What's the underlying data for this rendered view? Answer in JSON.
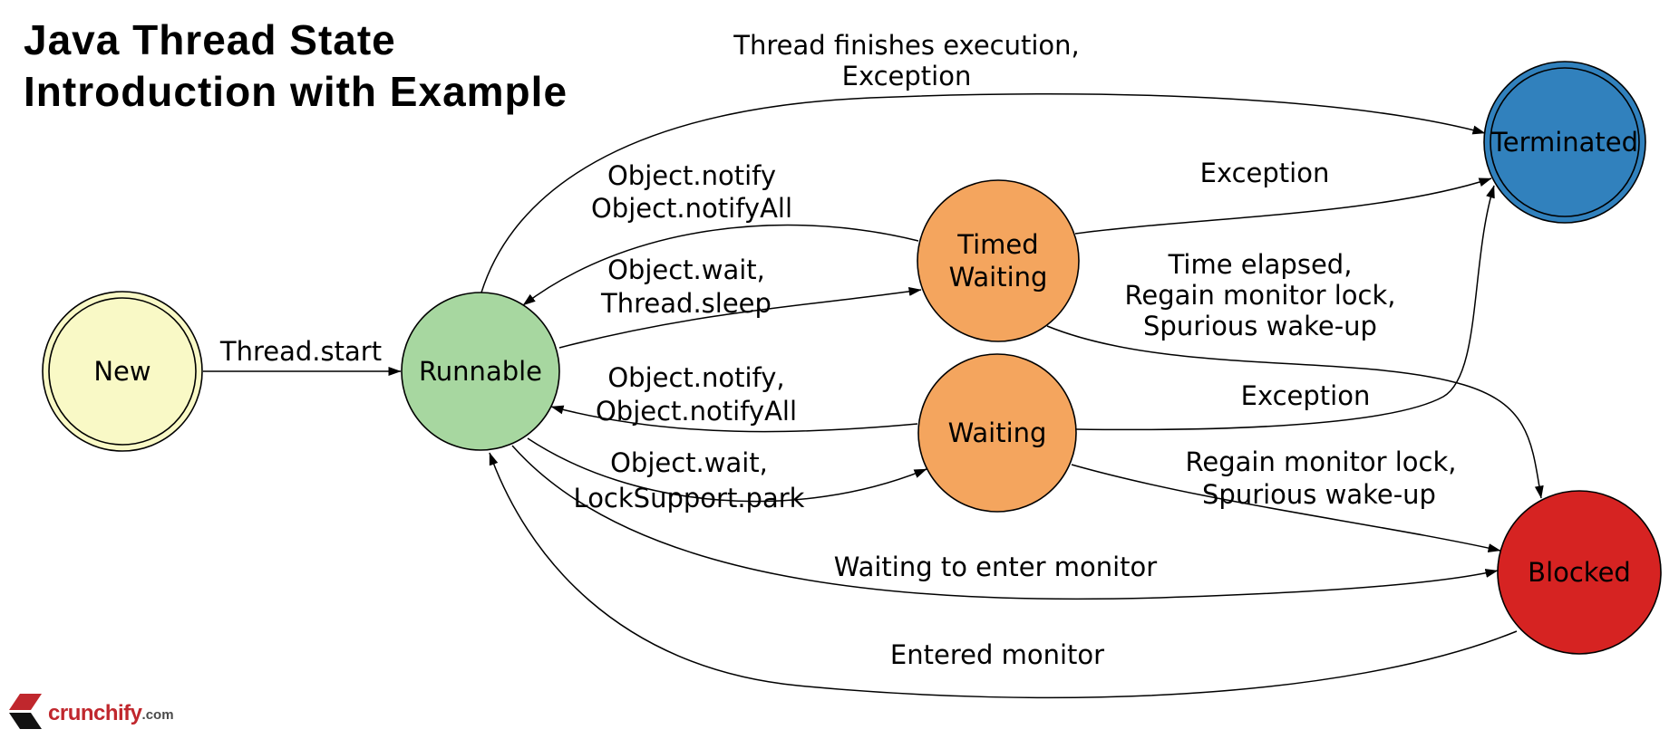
{
  "title": {
    "line1": "Java Thread State",
    "line2": "Introduction with Example"
  },
  "colors": {
    "title": "#e73b1f",
    "new_fill": "#f9f9c6",
    "runnable_fill": "#a7d7a0",
    "timed_waiting_fill": "#f4a55e",
    "waiting_fill": "#f4a55e",
    "terminated_fill": "#3181bd",
    "blocked_fill": "#d62322",
    "edge_stroke": "#000000",
    "logo_red": "#c0272d",
    "logo_black": "#111111",
    "logo_gray": "#4a4a4a"
  },
  "states": {
    "new": {
      "label": "New"
    },
    "runnable": {
      "label": "Runnable"
    },
    "timed_waiting": {
      "line1": "Timed",
      "line2": "Waiting"
    },
    "waiting": {
      "label": "Waiting"
    },
    "terminated": {
      "label": "Terminated"
    },
    "blocked": {
      "label": "Blocked"
    }
  },
  "transitions": {
    "thread_start": {
      "from": "New",
      "to": "Runnable",
      "label": "Thread.start"
    },
    "finish": {
      "from": "Runnable",
      "to": "Terminated",
      "line1": "Thread finishes execution,",
      "line2": "Exception"
    },
    "notify_from_timed": {
      "from": "Timed Waiting",
      "to": "Runnable",
      "line1": "Object.notify",
      "line2": "Object.notifyAll"
    },
    "wait_sleep": {
      "from": "Runnable",
      "to": "Timed Waiting",
      "line1": "Object.wait,",
      "line2": "Thread.sleep"
    },
    "timed_exception": {
      "from": "Timed Waiting",
      "to": "Terminated",
      "label": "Exception"
    },
    "time_elapsed": {
      "from": "Timed Waiting",
      "to": "Blocked",
      "line1": "Time elapsed,",
      "line2": "Regain monitor lock,",
      "line3": "Spurious wake-up"
    },
    "notify_from_waiting": {
      "from": "Waiting",
      "to": "Runnable",
      "line1": "Object.notify,",
      "line2": "Object.notifyAll"
    },
    "wait_park": {
      "from": "Runnable",
      "to": "Waiting",
      "line1": "Object.wait,",
      "line2": "LockSupport.park"
    },
    "waiting_exception": {
      "from": "Waiting",
      "to": "Terminated",
      "label": "Exception"
    },
    "regain_lock": {
      "from": "Waiting",
      "to": "Blocked",
      "line1": "Regain monitor lock,",
      "line2": "Spurious wake-up"
    },
    "waiting_monitor": {
      "from": "Runnable",
      "to": "Blocked",
      "label": "Waiting to enter monitor"
    },
    "entered_monitor": {
      "from": "Blocked",
      "to": "Runnable",
      "label": "Entered monitor"
    }
  },
  "logo": {
    "brand": "crunchify",
    "suffix": ".com"
  }
}
